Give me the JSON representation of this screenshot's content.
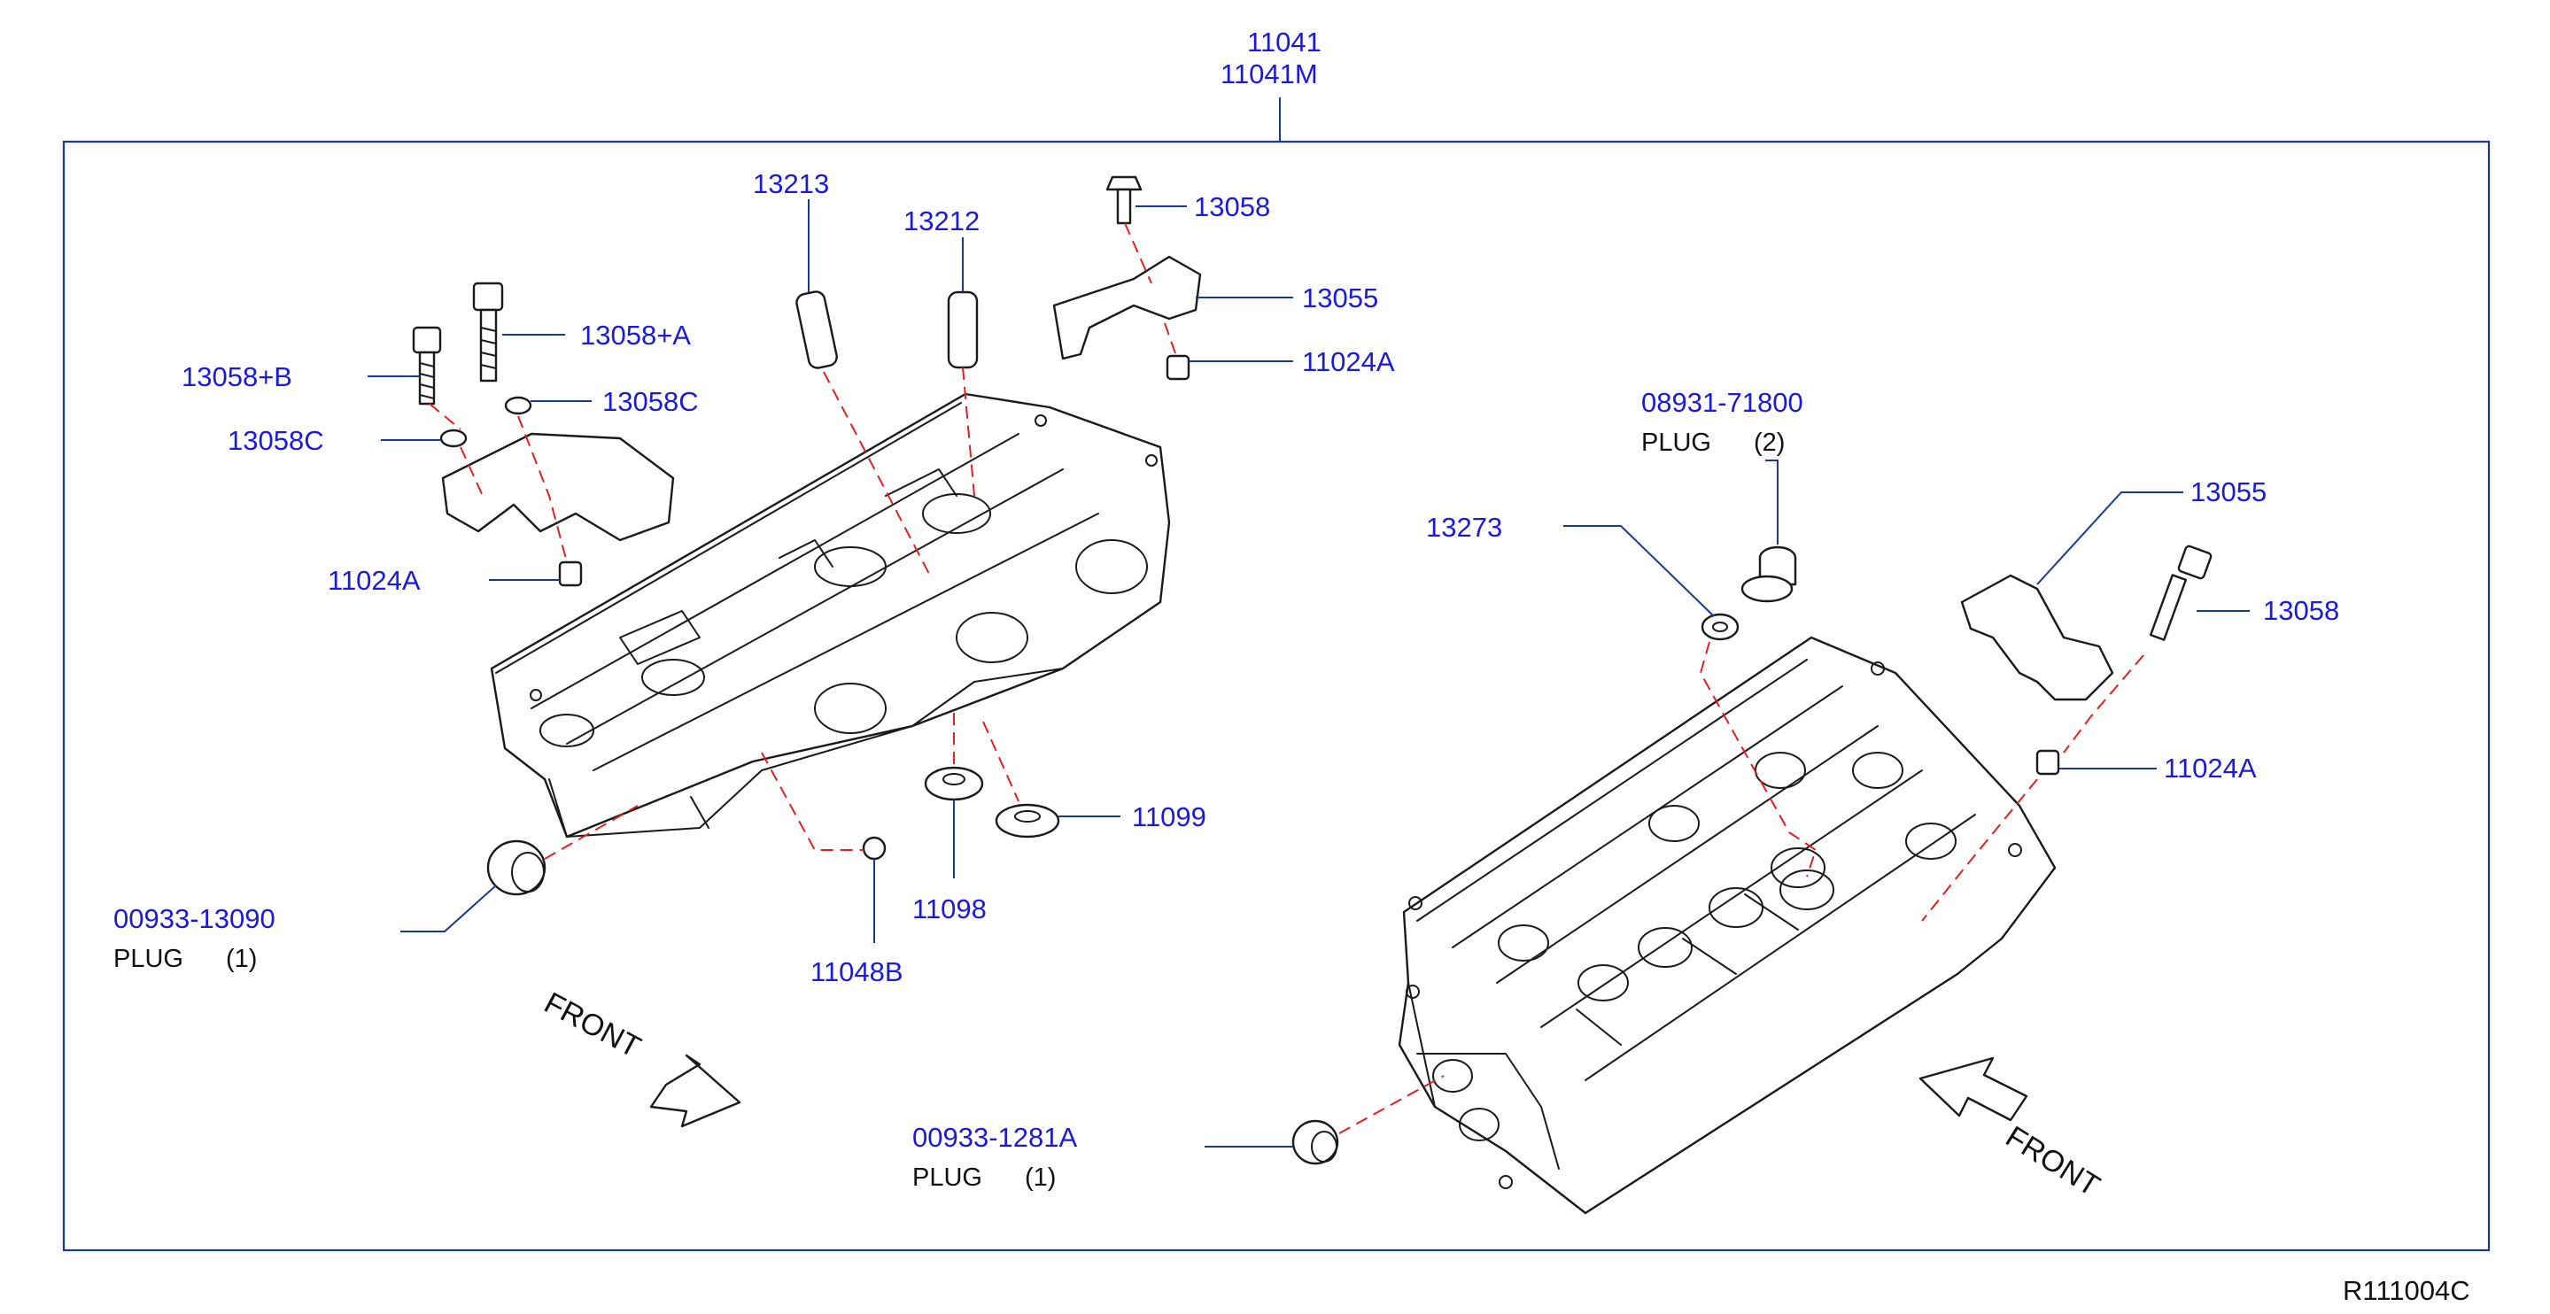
{
  "title": {
    "part_no": "11041",
    "part_no_alt": "11041M"
  },
  "figure_ref": "R111004C",
  "front_labels": {
    "left": "FRONT",
    "right": "FRONT"
  },
  "callouts": {
    "c13213": "13213",
    "c13212": "13212",
    "c13058_top": "13058",
    "c13055_top": "13055",
    "c11024A_top": "11024A",
    "c13058B": "13058+B",
    "c13058A": "13058+A",
    "c13058C_right": "13058C",
    "c13058C_left": "13058C",
    "c11024A_left": "11024A",
    "c00933_13090": "00933-13090",
    "c11048B": "11048B",
    "c11098": "11098",
    "c11099": "11099",
    "c08931_71800": "08931-71800",
    "c13273": "13273",
    "c13055_right": "13055",
    "c13058_right": "13058",
    "c11024A_right": "11024A",
    "c00933_1281A": "00933-1281A"
  },
  "notes": {
    "plug1_left": "PLUG",
    "plug1_left_qty": "(1)",
    "plug2": "PLUG",
    "plug2_qty": "(2)",
    "plug1_bottom": "PLUG",
    "plug1_bottom_qty": "(1)"
  },
  "colors": {
    "callout_text": "#1a1adb",
    "leader_line": "#1a3a8f",
    "dashed_line": "#e02020",
    "drawing_ink": "#1a1a1a"
  }
}
